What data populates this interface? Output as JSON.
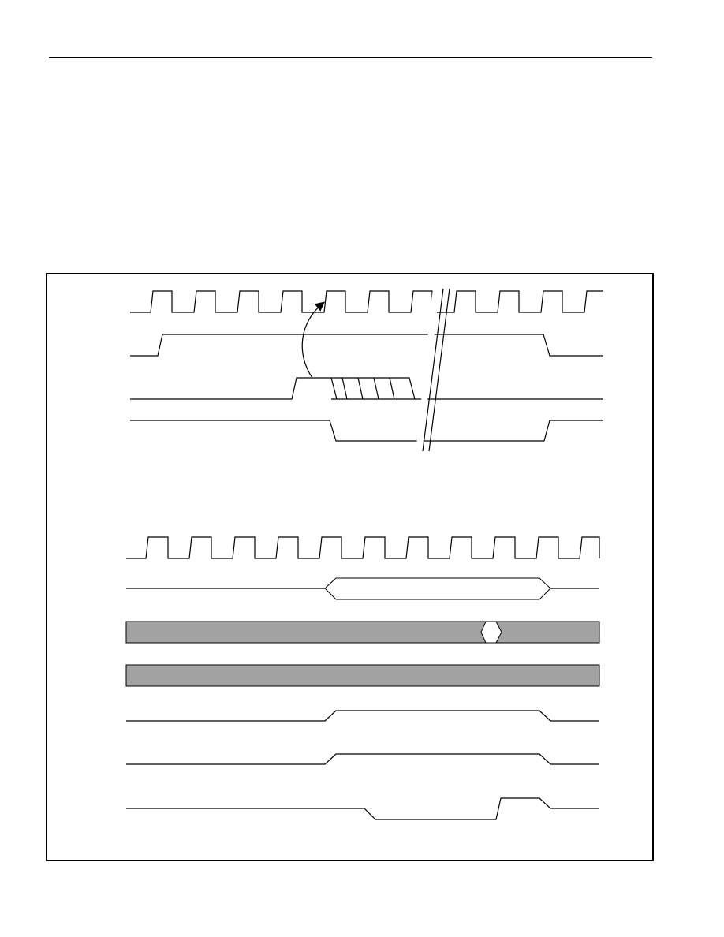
{
  "page": {
    "header_rule": true
  },
  "diagram": {
    "colors": {
      "line": "#000000",
      "bus_fill": "#a3a3a3",
      "background": "#ffffff"
    },
    "top_timing": {
      "signals": [
        {
          "kind": "clock"
        },
        {
          "kind": "pulse-high"
        },
        {
          "kind": "pulse-with-hatched-data"
        },
        {
          "kind": "pulse-low"
        }
      ],
      "has_time_break": true,
      "has_causality_arrow": true
    },
    "bottom_timing": {
      "signals": [
        {
          "kind": "clock"
        },
        {
          "kind": "bus-valid-window"
        },
        {
          "kind": "bus-gray-with-transition"
        },
        {
          "kind": "bus-gray"
        },
        {
          "kind": "pulse-high"
        },
        {
          "kind": "pulse-high"
        },
        {
          "kind": "pulse-low-then-high"
        }
      ]
    }
  }
}
